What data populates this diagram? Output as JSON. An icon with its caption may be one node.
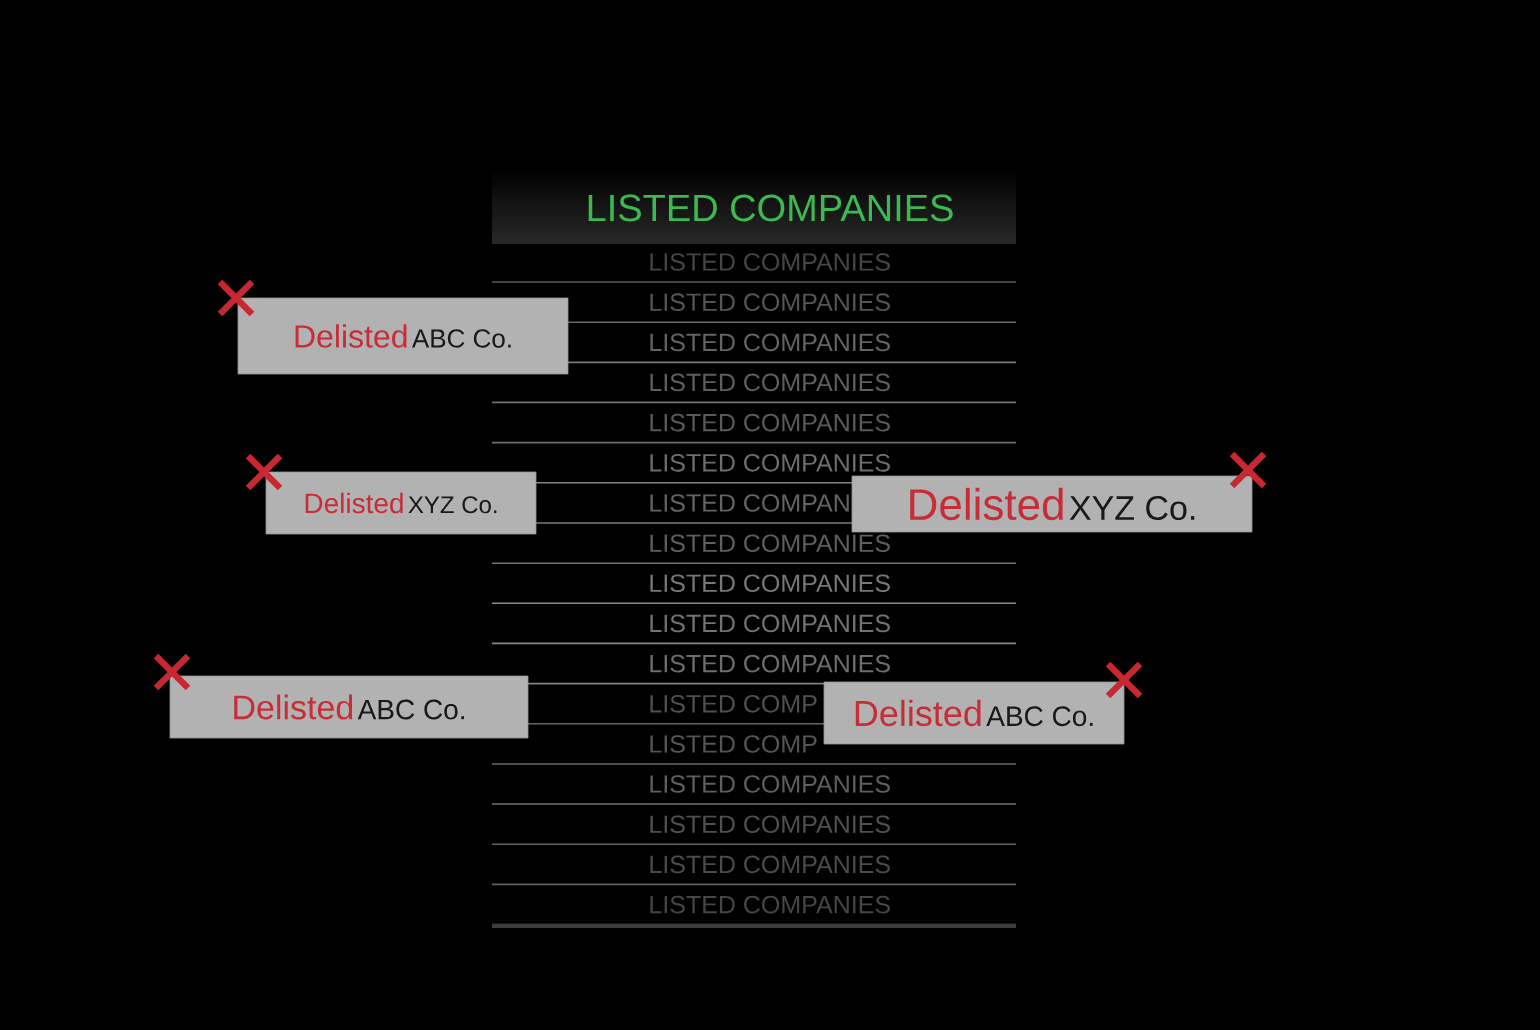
{
  "diagram": {
    "title": "LISTED COMPANIES",
    "nodes": [
      {
        "text": [
          "Delisted",
          "ABC Co."
        ]
      },
      {
        "text": [
          "Delisted",
          "XYZ Co."
        ]
      },
      {
        "text": [
          "Delisted",
          "XYZ Co."
        ]
      },
      {
        "text": [
          "Delisted",
          "ABC Co."
        ]
      },
      {
        "text": [
          "Delisted",
          "ABC Co."
        ]
      }
    ],
    "labels": [
      "LISTED COMPANIES",
      "LISTED COMPANIES",
      "LISTED COMPANIES",
      "LISTED COMPANIES",
      "LISTED COMPANIES",
      "LISTED COMPANIES",
      "LISTED COMPAN",
      "LISTED COMPANIES",
      "LISTED COMPANIES",
      "LISTED COMPANIES",
      "LISTED COMPANIES",
      "LISTED COMP",
      "LISTED COMP",
      "LISTED COMPANIES",
      "LISTED COMPANIES",
      "LISTED COMPANIES",
      "LISTED COMPANIES"
    ]
  }
}
